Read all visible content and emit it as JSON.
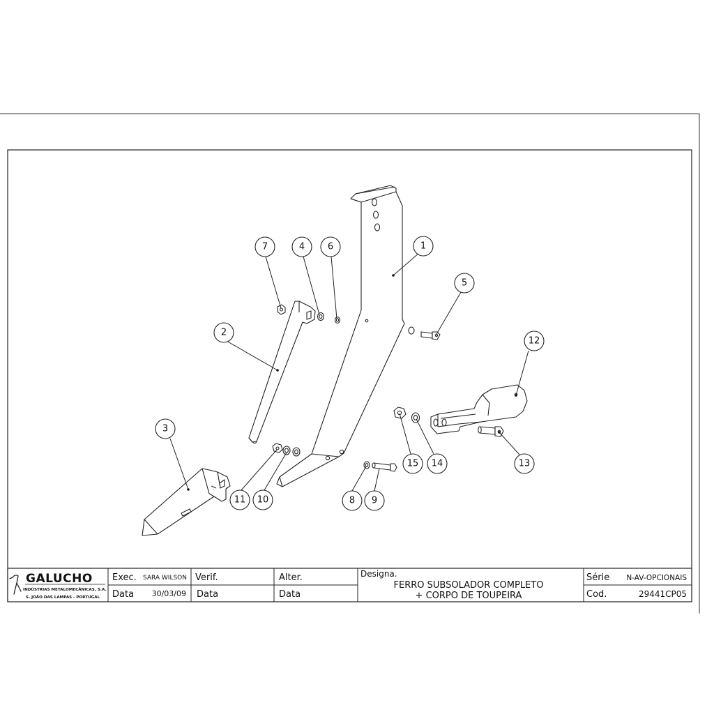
{
  "logo": {
    "name": "GALUCHO",
    "line1": "INDÚSTRIAS METALOMECÂNICAS, S.A.",
    "line2": "S. JOÃO DAS LAMPAS - PORTUGAL"
  },
  "title_block": {
    "exec_label": "Exec.",
    "exec_value": "SARA WILSON",
    "data_label": "Data",
    "data_value": "30/03/09",
    "verif_label": "Verif.",
    "verif_data_label": "Data",
    "alter_label": "Alter.",
    "alter_data_label": "Data",
    "designa_label": "Designa.",
    "designation_line1": "FERRO SUBSOLADOR COMPLETO",
    "designation_line2": "+ CORPO DE TOUPEIRA",
    "serie_label": "Série",
    "serie_value": "N-AV-OPCIONAIS",
    "cod_label": "Cod.",
    "cod_value": "29441CP05"
  },
  "callouts": [
    "1",
    "2",
    "3",
    "4",
    "5",
    "6",
    "7",
    "8",
    "9",
    "10",
    "11",
    "12",
    "13",
    "14",
    "15"
  ]
}
